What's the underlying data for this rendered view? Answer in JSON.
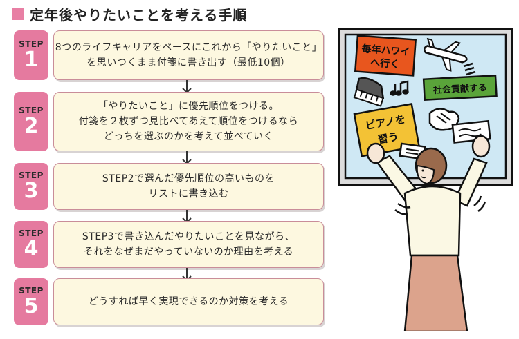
{
  "title": "定年後やりたいことを考える手順",
  "colors": {
    "accent_pink": "#e57a9f",
    "box_fill": "#fdf8e0",
    "box_border": "#c98d99",
    "board_bg": "#cfe8f4",
    "note_orange": "#e8561e",
    "note_green": "#5aa43a",
    "note_yellow": "#f3c235"
  },
  "steps": [
    {
      "label": "STEP",
      "number": "1",
      "lines": [
        "8つのライフキャリアをベースにこれから「やりたいこと」",
        "を思いつくまま付箋に書き出す（最低10個）"
      ]
    },
    {
      "label": "STEP",
      "number": "2",
      "lines": [
        "「やりたいこと」に優先順位をつける。",
        "付箋を２枚ずつ見比べてあえて順位をつけるなら",
        "どっちを選ぶのかを考えて並べていく"
      ]
    },
    {
      "label": "STEP",
      "number": "3",
      "lines": [
        "STEP2で選んだ優先順位の高いものを",
        "リストに書き込む"
      ]
    },
    {
      "label": "STEP",
      "number": "4",
      "lines": [
        "STEP3で書き込んだやりたいことを見ながら、",
        "それをなぜまだやっていないのか理由を考える"
      ]
    },
    {
      "label": "STEP",
      "number": "5",
      "lines": [
        "どうすれば早く実現できるのか対策を考える"
      ]
    }
  ],
  "illustration": {
    "notes": [
      {
        "text_lines": [
          "毎年ハワイ",
          "へ行く"
        ],
        "color": "#e8561e"
      },
      {
        "text_lines": [
          "社会貢献する"
        ],
        "color": "#5aa43a"
      },
      {
        "text_lines": [
          "ピアノを",
          "習う"
        ],
        "color": "#f3c235"
      }
    ],
    "icons": [
      "airplane-icon",
      "piano-icon",
      "music-notes-icon",
      "handshake-icon",
      "memo-icon"
    ]
  }
}
